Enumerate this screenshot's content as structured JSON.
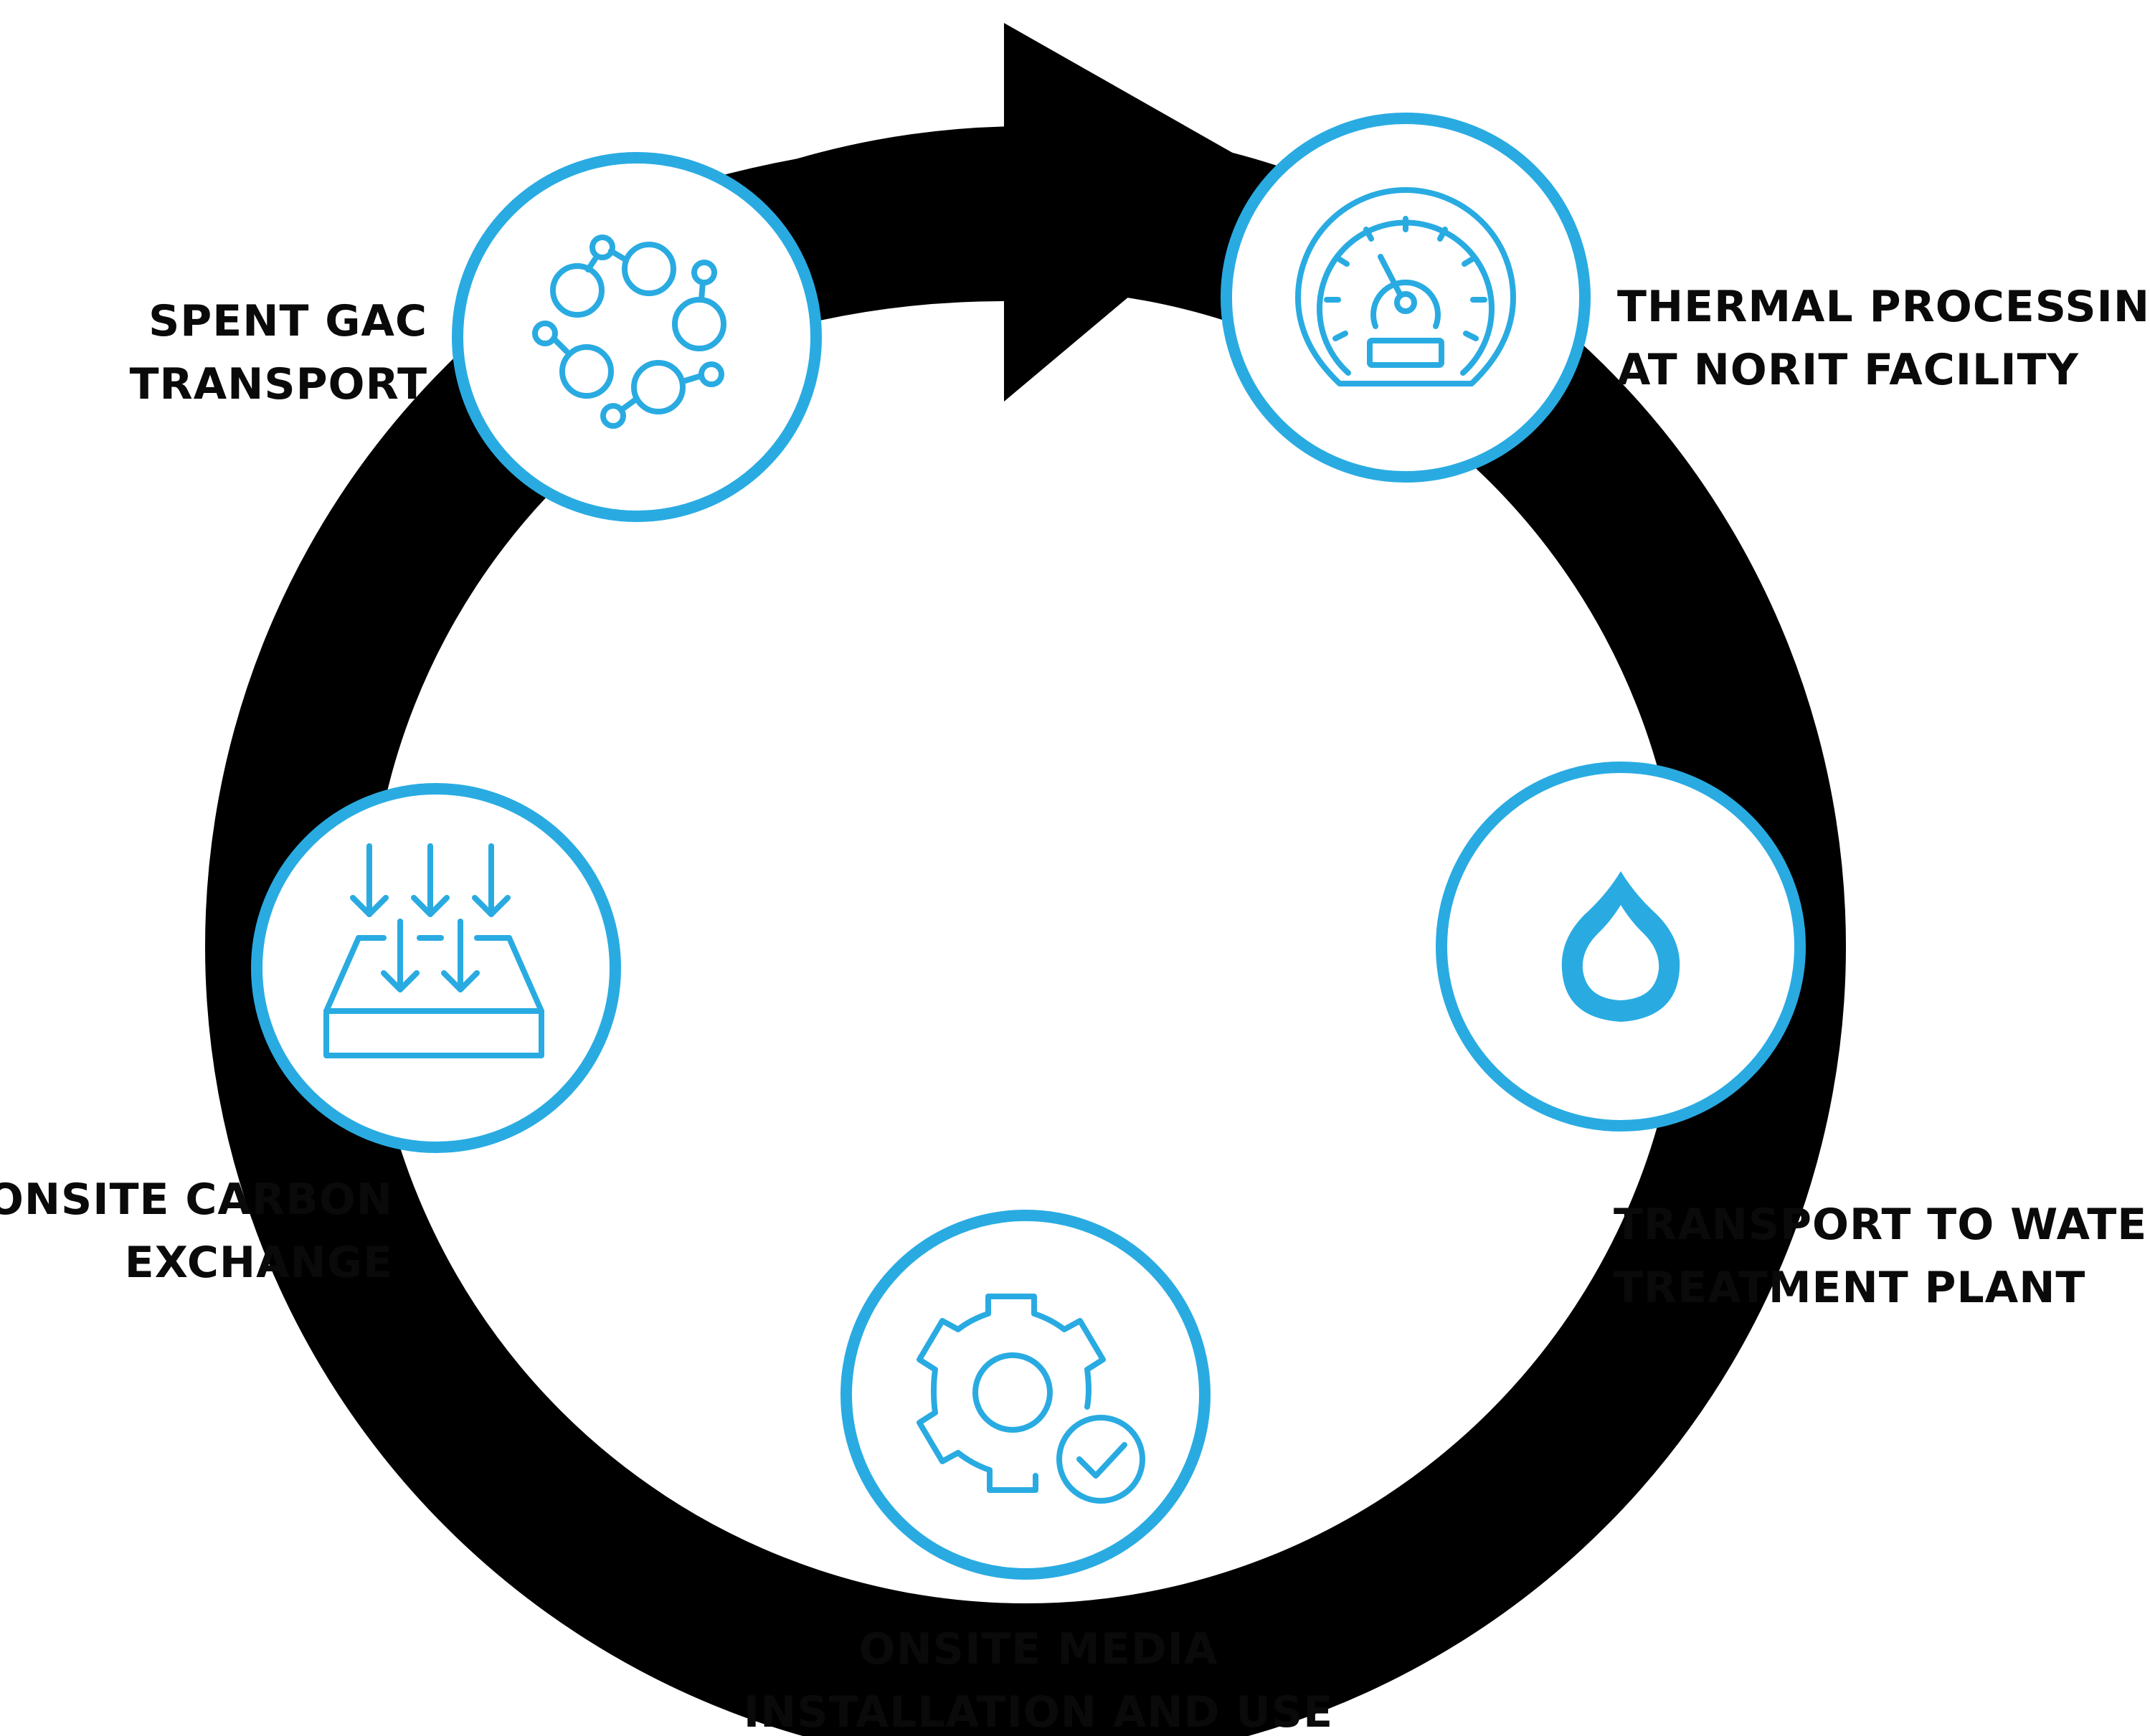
{
  "colors": {
    "background": "#ffffff",
    "cycle_arrow": "#000000",
    "node_ring": "#29abe2",
    "icon": "#29abe2",
    "label_text": "#0a0a0a"
  },
  "stages": {
    "spent_gac": {
      "icon": "molecules-icon",
      "label_line1": "SPENT GAC",
      "label_line2": "TRANSPORT"
    },
    "thermal": {
      "icon": "gauge-icon",
      "label_line1": "THERMAL PROCESSING",
      "label_line2": "AT NORIT FACILITY"
    },
    "transport_water": {
      "icon": "water-drop-icon",
      "label_line1": "TRANSPORT TO WATER",
      "label_line2": "TREATMENT PLANT"
    },
    "media_install": {
      "icon": "gear-check-icon",
      "label_line1": "ONSITE MEDIA",
      "label_line2": "INSTALLATION AND USE"
    },
    "carbon_exchange": {
      "icon": "filter-bed-icon",
      "label_line1": "ONSITE CARBON",
      "label_line2": "EXCHANGE"
    }
  }
}
